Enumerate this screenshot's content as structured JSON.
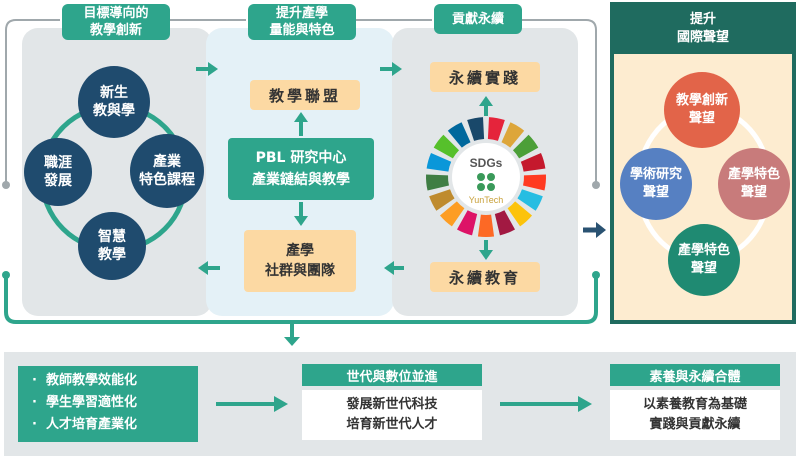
{
  "headers": {
    "col1": [
      "目標導向的",
      "教學創新"
    ],
    "col2": [
      "提升產學",
      "量能與特色"
    ],
    "col3": [
      "貢獻永續"
    ],
    "col4": [
      "提升",
      "國際聲望"
    ]
  },
  "cycle1": {
    "top": [
      "新生",
      "教與學"
    ],
    "left": [
      "職涯",
      "發展"
    ],
    "right": [
      "產業",
      "特色課程"
    ],
    "bottom": [
      "智慧",
      "教學"
    ]
  },
  "col2": {
    "alliance": "教學聯盟",
    "center": [
      "PBL 研究中心",
      "產業鏈結與教學"
    ],
    "community": [
      "產學",
      "社群與團隊"
    ]
  },
  "col3": {
    "practice": "永續實踐",
    "sdgs_label": "SDGs",
    "yuntech": "YunTech",
    "education": "永續教育"
  },
  "cycle4": {
    "top": [
      "教學創新",
      "聲望"
    ],
    "left": [
      "學術研究",
      "聲望"
    ],
    "right": [
      "產學特色",
      "聲望"
    ],
    "bottom": [
      "產學特色",
      "聲望"
    ]
  },
  "bottom": {
    "bullets": [
      "教師教學效能化",
      "學生學習適性化",
      "人才培育產業化"
    ],
    "middle_title": "世代與數位並進",
    "middle_lines": [
      "發展新世代科技",
      "培育新世代人才"
    ],
    "right_title": "素養與永續合體",
    "right_lines": [
      "以素養教育為基礎",
      "實踐與貢獻永續"
    ]
  },
  "colors": {
    "teal": "#2ea58c",
    "navy": "#1f4b6e",
    "orange": "#fcd9a3",
    "panel_gray": "#e2e6e8",
    "panel_lightblue": "#e4f1f7",
    "col4_border": "#1f6b5f",
    "col4_fill": "#fdecd0"
  },
  "sdg_colors": [
    "#e5243b",
    "#dda63a",
    "#4c9f38",
    "#c5192d",
    "#ff3a21",
    "#26bde2",
    "#fcc30b",
    "#a21942",
    "#fd6925",
    "#dd1367",
    "#fd9d24",
    "#bf8b2e",
    "#3f7e44",
    "#0a97d9",
    "#56c02b",
    "#00689d",
    "#19486a"
  ]
}
